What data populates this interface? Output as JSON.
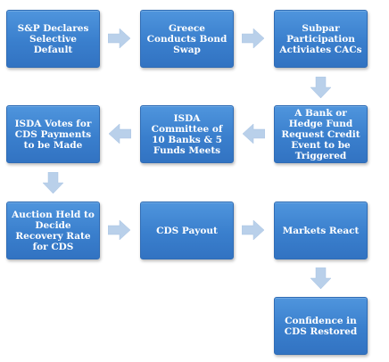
{
  "diagram": {
    "nodes": [
      {
        "id": "sp-declares",
        "label": "S&P Declares Selective Default"
      },
      {
        "id": "greece-swap",
        "label": "Greece Conducts Bond Swap"
      },
      {
        "id": "subpar-cacs",
        "label": "Subpar Participation Activiates CACs"
      },
      {
        "id": "bank-request",
        "label": "A Bank or Hedge Fund Request Credit Event to be Triggered"
      },
      {
        "id": "isda-committee",
        "label": "ISDA Committee of 10 Banks & 5 Funds Meets"
      },
      {
        "id": "isda-votes",
        "label": "ISDA Votes for CDS Payments to be Made"
      },
      {
        "id": "auction",
        "label": "Auction Held to Decide Recovery Rate for CDS"
      },
      {
        "id": "cds-payout",
        "label": "CDS Payout"
      },
      {
        "id": "markets-react",
        "label": "Markets React"
      },
      {
        "id": "confidence",
        "label": "Confidence in CDS Restored"
      }
    ],
    "edges": [
      {
        "from": "sp-declares",
        "to": "greece-swap",
        "direction": "right"
      },
      {
        "from": "greece-swap",
        "to": "subpar-cacs",
        "direction": "right"
      },
      {
        "from": "subpar-cacs",
        "to": "bank-request",
        "direction": "down"
      },
      {
        "from": "bank-request",
        "to": "isda-committee",
        "direction": "left"
      },
      {
        "from": "isda-committee",
        "to": "isda-votes",
        "direction": "left"
      },
      {
        "from": "isda-votes",
        "to": "auction",
        "direction": "down"
      },
      {
        "from": "auction",
        "to": "cds-payout",
        "direction": "right"
      },
      {
        "from": "cds-payout",
        "to": "markets-react",
        "direction": "right"
      },
      {
        "from": "markets-react",
        "to": "confidence",
        "direction": "down"
      }
    ],
    "colors": {
      "node_fill": "#3a7fcd",
      "node_text": "#ffffff",
      "arrow_fill": "#b9d0ea"
    }
  }
}
